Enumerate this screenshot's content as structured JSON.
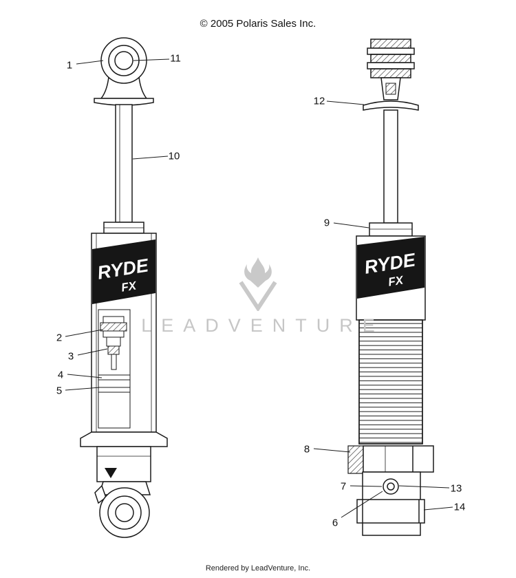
{
  "header": {
    "copyright": "© 2005 Polaris Sales Inc."
  },
  "footer": {
    "credit": "Rendered by LeadVenture, Inc."
  },
  "watermark": {
    "text": "LEADVENTURE"
  },
  "diagram": {
    "brand_line1": "RYDE",
    "brand_line2": "FX",
    "callouts": [
      {
        "id": "1"
      },
      {
        "id": "2"
      },
      {
        "id": "3"
      },
      {
        "id": "4"
      },
      {
        "id": "5"
      },
      {
        "id": "6"
      },
      {
        "id": "7"
      },
      {
        "id": "8"
      },
      {
        "id": "9"
      },
      {
        "id": "10"
      },
      {
        "id": "11"
      },
      {
        "id": "12"
      },
      {
        "id": "13"
      },
      {
        "id": "14"
      }
    ]
  }
}
